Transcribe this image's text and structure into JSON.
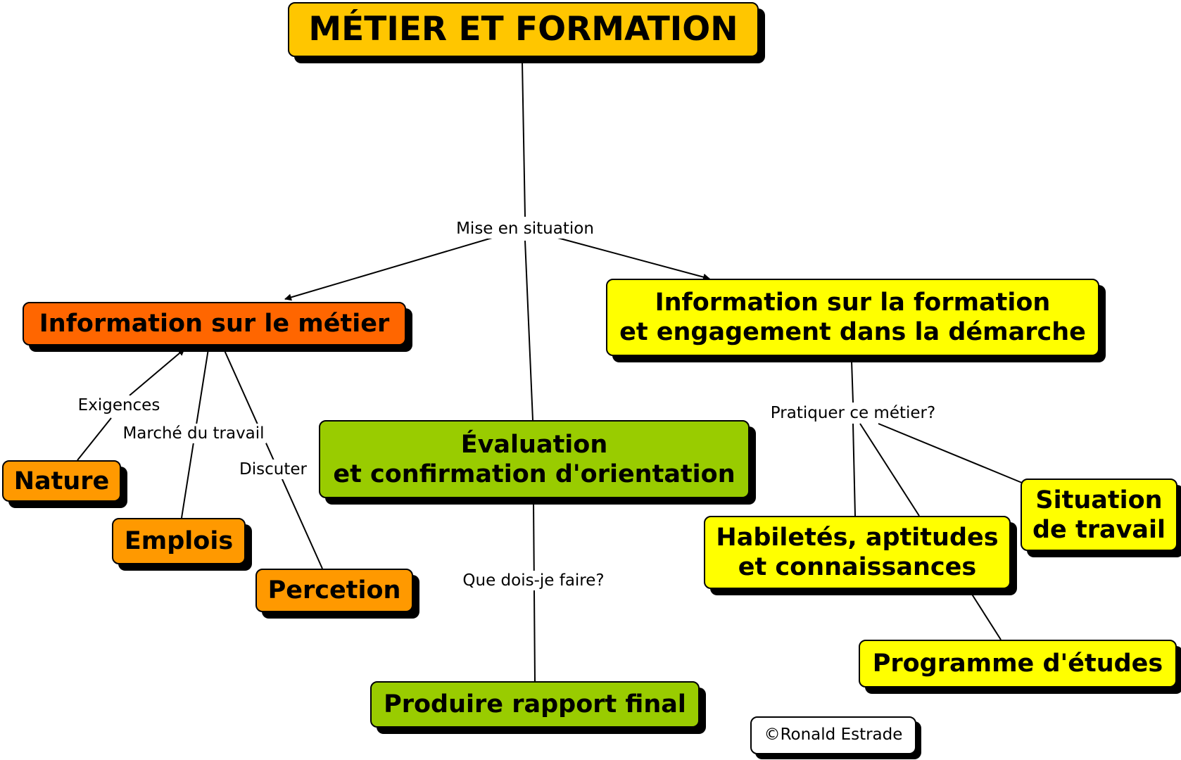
{
  "colors": {
    "root": "#FFC600",
    "metier": "#FF6600",
    "metier_child": "#FF9900",
    "formation": "#FFFF00",
    "evaluation": "#99CC00",
    "credit": "#FFFFFF"
  },
  "nodes": {
    "root": "MÉTIER ET FORMATION",
    "info_metier": "Information sur le métier",
    "nature": "Nature",
    "emplois": "Emplois",
    "percetion": "Percetion",
    "evaluation": "Évaluation\net confirmation d'orientation",
    "rapport": "Produire rapport final",
    "info_formation": "Information sur la formation\net engagement dans la démarche",
    "habiletes": "Habiletés, aptitudes\net connaissances",
    "situation": "Situation\nde travail",
    "programme": "Programme d'études",
    "credit": "©Ronald Estrade"
  },
  "edge_labels": {
    "mise_en_situation": "Mise en situation",
    "exigences": "Exigences",
    "marche": "Marché du travail",
    "discuter": "Discuter",
    "que_faire": "Que dois-je faire?",
    "pratiquer": "Pratiquer ce métier?"
  }
}
